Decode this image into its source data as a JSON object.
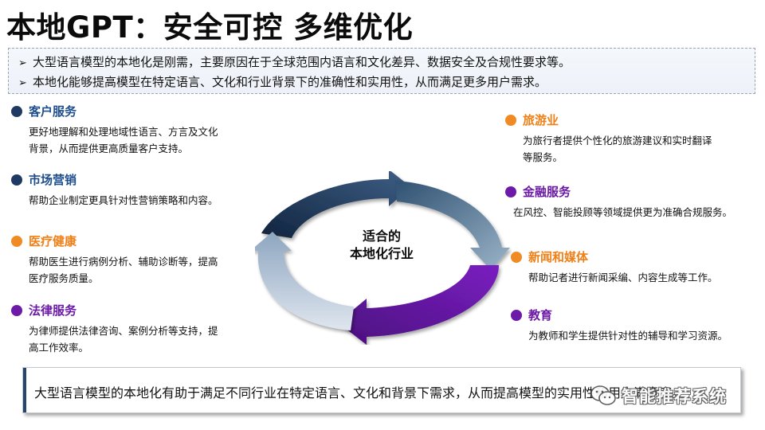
{
  "title": "本地GPT：安全可控  多维优化",
  "intro": {
    "arrow": "➢",
    "lines": [
      "大型语言模型的本地化是刚需，主要原因在于全球范围内语言和文化差异、数据安全及合规性要求等。",
      "本地化能够提高模型在特定语言、文化和行业背景下的准确性和实用性，从而满足更多用户需求。"
    ]
  },
  "center": {
    "line1": "适合的",
    "line2": "本地化行业"
  },
  "left_items": [
    {
      "name": "客户服务",
      "desc1": "更好地理解和处理地域性语言、方言及文化",
      "desc2": "背景，从而提供更高质量客户支持。"
    },
    {
      "name": "市场营销",
      "desc1": "帮助企业制定更具针对性营销策略和内容。"
    },
    {
      "name": "医疗健康",
      "desc1": "帮助医生进行病例分析、辅助诊断等，提高",
      "desc2": "医疗服务质量。"
    },
    {
      "name": "法律服务",
      "desc1": "为律师提供法律咨询、案例分析等支持，提",
      "desc2": "高工作效率。"
    }
  ],
  "right_items": [
    {
      "name": "旅游业",
      "desc1": "为旅行者提供个性化的旅游建议和实时翻译",
      "desc2": "等服务。"
    },
    {
      "name": "金融服务",
      "desc1": "在风控、智能投顾等领域提供更为准确合规服务。"
    },
    {
      "name": "新闻和媒体",
      "desc1": "帮助记者进行新闻采编、内容生成等工作。"
    },
    {
      "name": "教育",
      "desc1": "为教师和学生提供针对性的辅导和学习资源。"
    }
  ],
  "summary": "大型语言模型的本地化有助于满足不同行业在特定语言、文化和背景下需求，从而提高模型的实用性和用户满意度。",
  "watermark": "智能推荐系统",
  "colors": {
    "navy": "#1f3a62",
    "orange": "#f08a24",
    "purple": "#6d1aa8",
    "light_blue": "#8fa6c2"
  }
}
